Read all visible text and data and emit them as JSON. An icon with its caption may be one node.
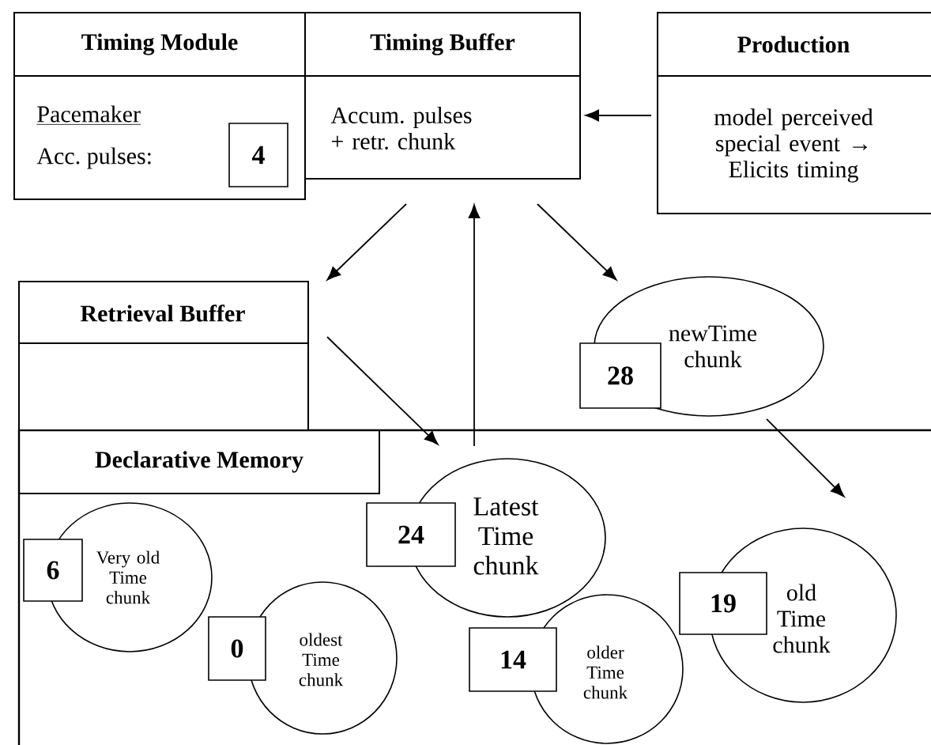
{
  "diagram": {
    "nodes": [
      {
        "text": [
          "Timing Module",
          "Pacemaker",
          "Acc. pulses:"
        ]
      },
      {
        "text": [
          "4"
        ],
        "in": 0
      },
      {
        "text": [
          "Timing Buffer",
          "Accum. pulses + retr. chunk"
        ]
      },
      {
        "text": [
          "Production",
          "model perceived special event → Elicits timing"
        ]
      },
      {
        "text": [
          "Retrieval Buffer"
        ]
      },
      {
        "text": [
          "newTime chunk"
        ]
      },
      {
        "text": [
          "28"
        ]
      },
      {
        "text": [
          "Declarative Memory"
        ]
      },
      {
        "text": [
          "Very old Time chunk"
        ],
        "in": 7
      },
      {
        "text": [
          "6"
        ],
        "in": 7
      },
      {
        "text": [
          "oldest Time chunk"
        ],
        "in": 7
      },
      {
        "text": [
          "0"
        ],
        "in": 7
      },
      {
        "text": [
          "Latest Time chunk"
        ],
        "in": 7
      },
      {
        "text": [
          "24"
        ],
        "in": 7
      },
      {
        "text": [
          "older Time chunk"
        ],
        "in": 7
      },
      {
        "text": [
          "14"
        ],
        "in": 7
      },
      {
        "text": [
          "old Time chunk"
        ],
        "in": 7
      },
      {
        "text": [
          "19"
        ],
        "in": 7
      }
    ],
    "edges": [
      {
        "from": 3,
        "to": 2,
        "arrow": "to"
      },
      {
        "from": 2,
        "to": 4,
        "arrow": "to"
      },
      {
        "from": 12,
        "to": 2,
        "arrow": "to"
      },
      {
        "from": 2,
        "to": 5,
        "arrow": "to"
      },
      {
        "from": 4,
        "to": 12,
        "arrow": "to"
      },
      {
        "from": 5,
        "to": 16,
        "arrow": "to"
      }
    ]
  }
}
